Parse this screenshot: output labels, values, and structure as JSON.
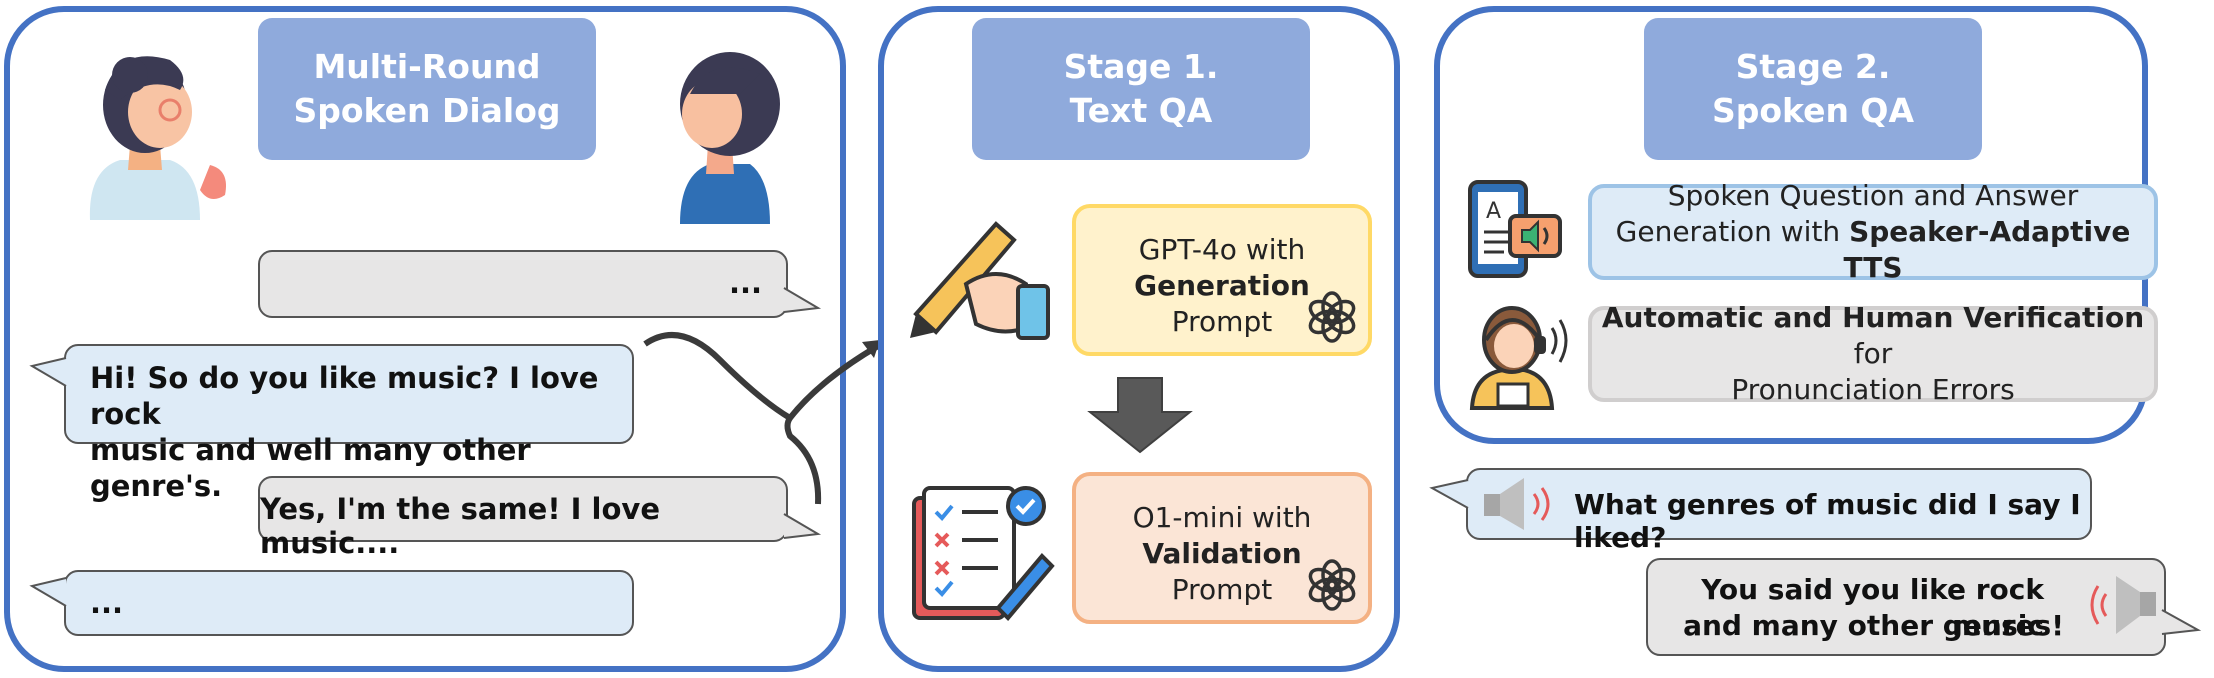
{
  "panel1": {
    "title_line1": "Multi-Round",
    "title_line2": "Spoken Dialog",
    "bubble_top": "...",
    "bubble_hi_line1": "Hi! So do you like music? I love rock",
    "bubble_hi_line2": "music and well many other genre's.",
    "bubble_same": "Yes, I'm the same! I love music....",
    "bubble_bottom": "..."
  },
  "panel2": {
    "title_line1": "Stage 1.",
    "title_line2": "Text QA",
    "gen_line1": "GPT-4o with",
    "gen_line2": "Generation",
    "gen_line3": "Prompt",
    "val_line1": "O1-mini with",
    "val_line2": "Validation",
    "val_line3": "Prompt"
  },
  "panel3": {
    "title_line1": "Stage 2.",
    "title_line2": "Spoken QA",
    "tts_line1": "Spoken Question and Answer",
    "tts_line2_prefix": "Generation with ",
    "tts_line2_bold": "Speaker-Adaptive TTS",
    "verif_line1_bold": "Automatic and Human Verification",
    "verif_line1_suffix": " for",
    "verif_line2": "Pronunciation Errors"
  },
  "qa": {
    "question": "What genres of music did I say I liked?",
    "answer_line1": "You said you like rock music",
    "answer_line2": "and many other genres!"
  },
  "colors": {
    "panel_border": "#4472c4",
    "title_fill": "#8faadc",
    "yellow_fill": "#fff2cc",
    "peach_fill": "#fbe5d6",
    "blue_fill": "#deebf7",
    "gray_fill": "#e7e6e6"
  }
}
